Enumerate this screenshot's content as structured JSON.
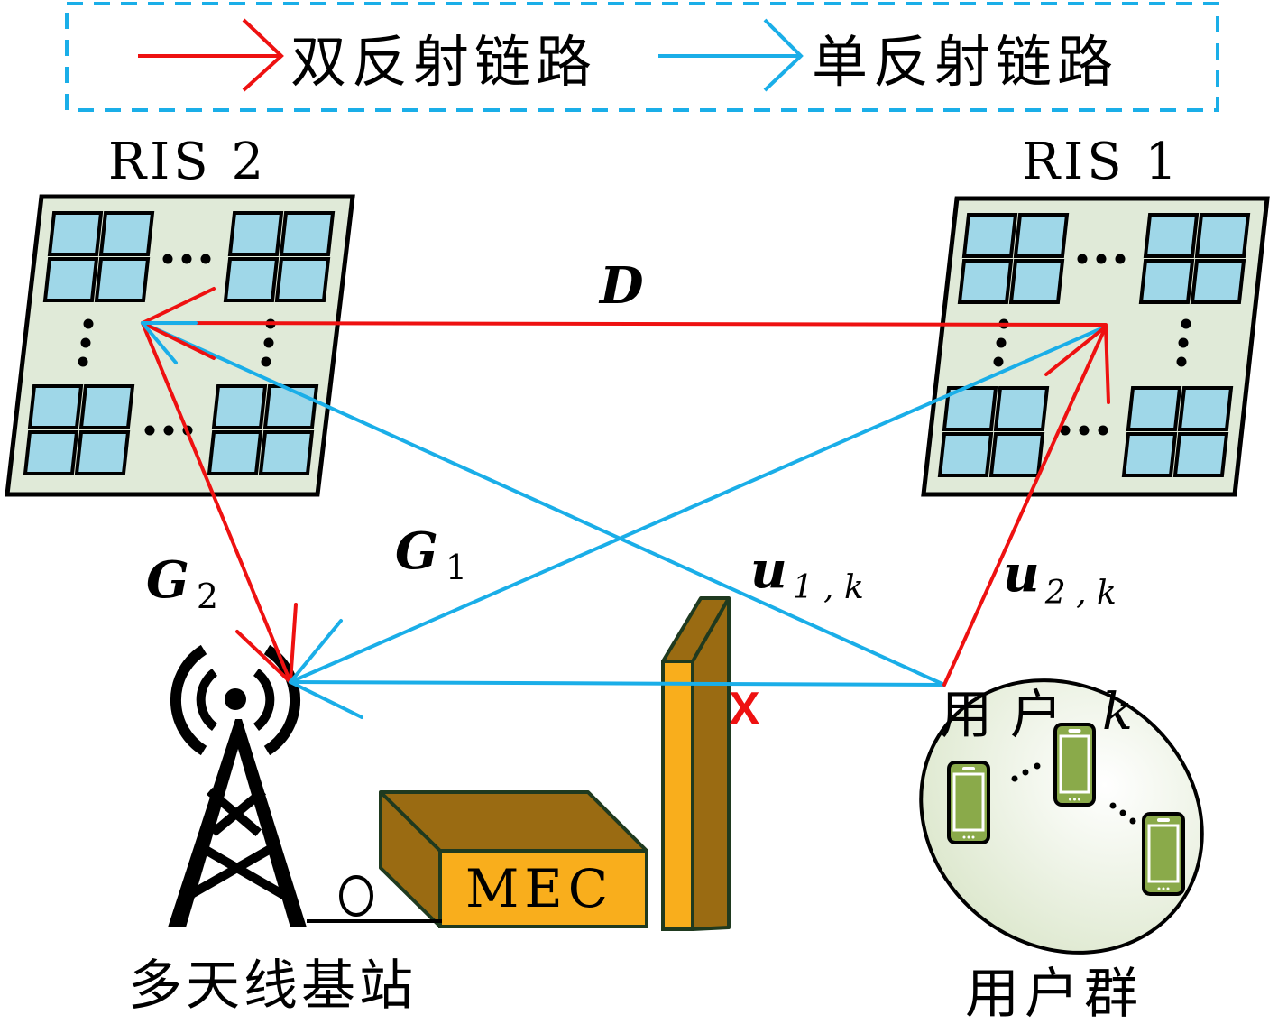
{
  "legend": {
    "double_reflection": {
      "label": "双反射链路",
      "color": "#ee1111"
    },
    "single_reflection": {
      "label": "单反射链路",
      "color": "#1aaee8"
    },
    "border_color": "#1aaee8"
  },
  "ris": [
    {
      "id": "ris2",
      "label": "RIS 2"
    },
    {
      "id": "ris1",
      "label": "RIS 1"
    }
  ],
  "channels": {
    "D": {
      "symbol": "D",
      "subscript": ""
    },
    "G1": {
      "symbol": "G",
      "subscript": "1"
    },
    "G2": {
      "symbol": "G",
      "subscript": "2"
    },
    "u1k": {
      "symbol": "u",
      "subscript": "1 , k"
    },
    "u2k": {
      "symbol": "u",
      "subscript": "2 , k"
    }
  },
  "base_station": {
    "label": "多天线基站"
  },
  "mec": {
    "label": "MEC"
  },
  "obstacle": {
    "blocked_mark": "X"
  },
  "user_group": {
    "label": "用户群",
    "user_k_label": "用户",
    "user_k_symbol": "k"
  },
  "colors": {
    "red": "#ee1111",
    "blue": "#1aaee8",
    "panel_fill": "#e0ead8",
    "element_fill": "#9fd7e8",
    "box_dark": "#9a6b12",
    "box_light": "#f9ae1c",
    "box_stroke": "#1f3a1f",
    "phone_green": "#8aaa4a"
  }
}
